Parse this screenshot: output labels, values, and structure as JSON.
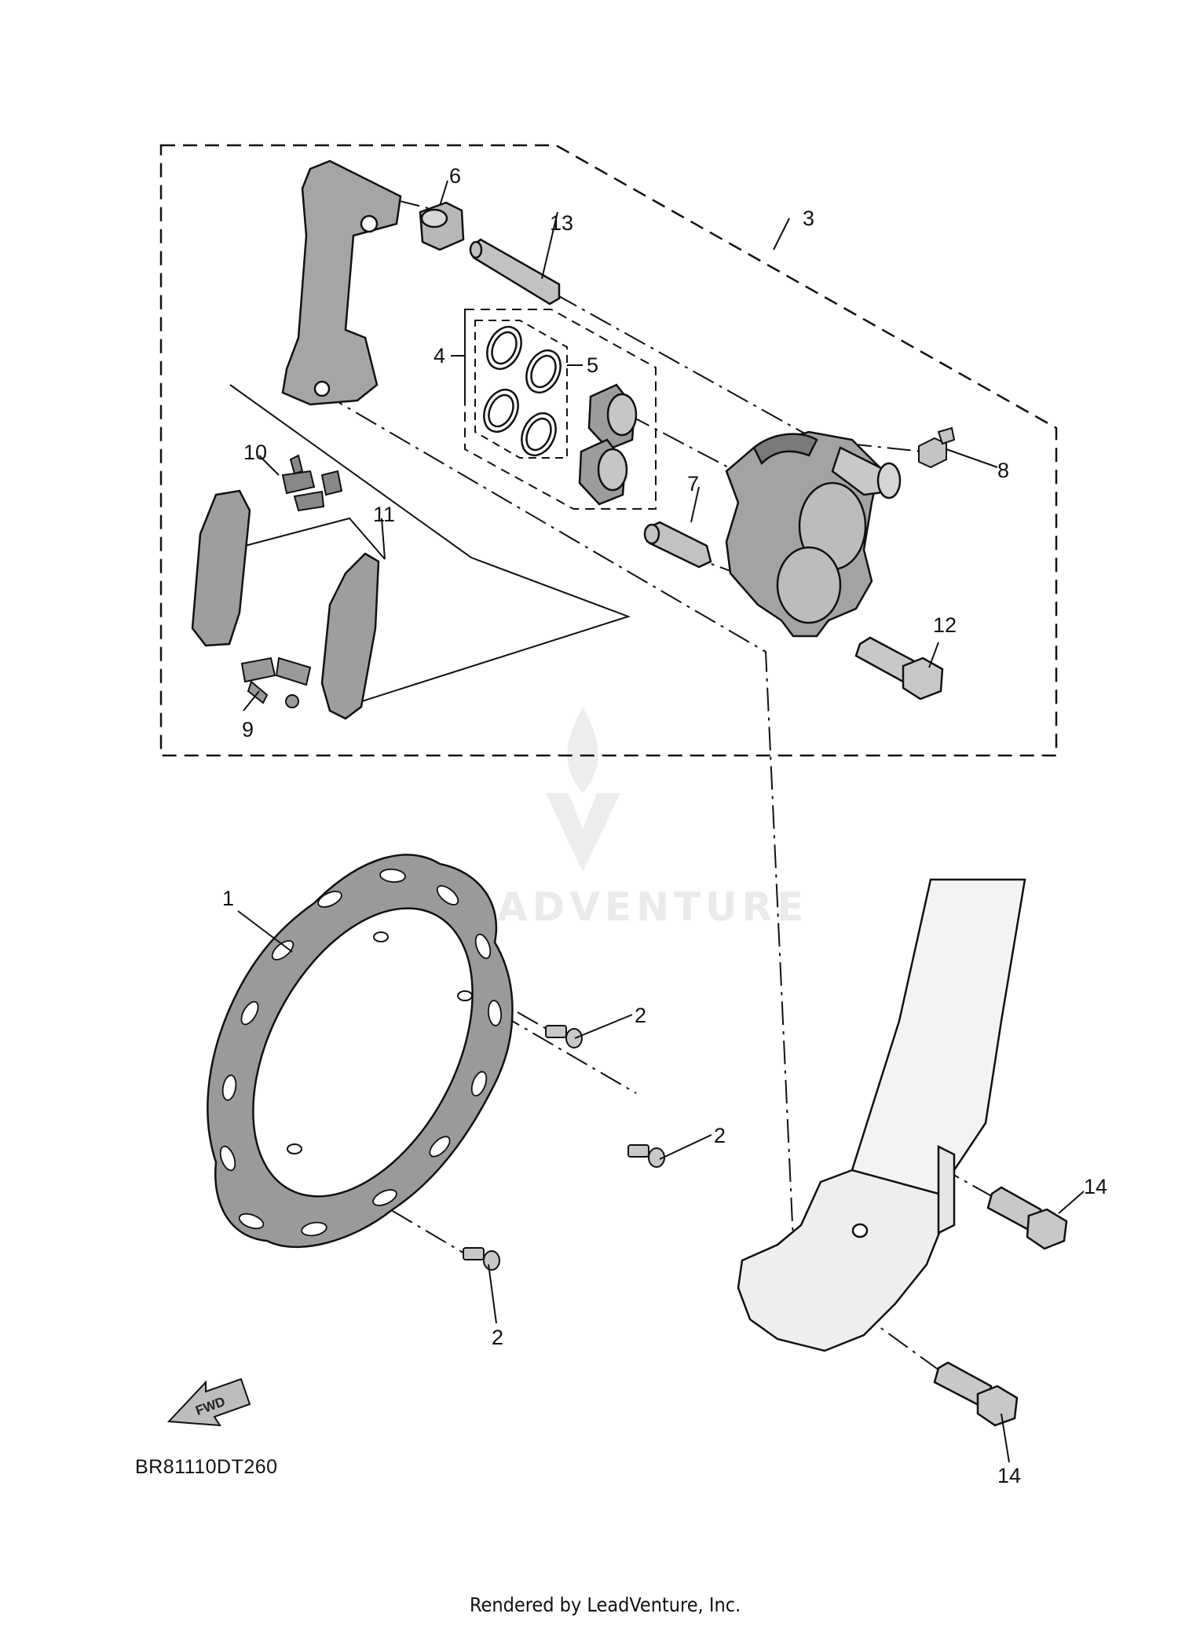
{
  "diagram_code": "BR81110DT260",
  "footer_text": "Rendered by LeadVenture, Inc.",
  "watermark_text": "LEADVENTURE",
  "fwd_label": "FWD",
  "callouts": {
    "c1": "1",
    "c2a": "2",
    "c2b": "2",
    "c2c": "2",
    "c3": "3",
    "c4": "4",
    "c5": "5",
    "c6": "6",
    "c7": "7",
    "c8": "8",
    "c9": "9",
    "c10": "10",
    "c11": "11",
    "c12": "12",
    "c13": "13",
    "c14a": "14",
    "c14b": "14"
  },
  "colors": {
    "ink": "#111111",
    "part_dark": "#8a8a8a",
    "part_mid": "#b4b4b4",
    "part_light": "#dcdcdc",
    "fork": "#f0f0f0"
  }
}
